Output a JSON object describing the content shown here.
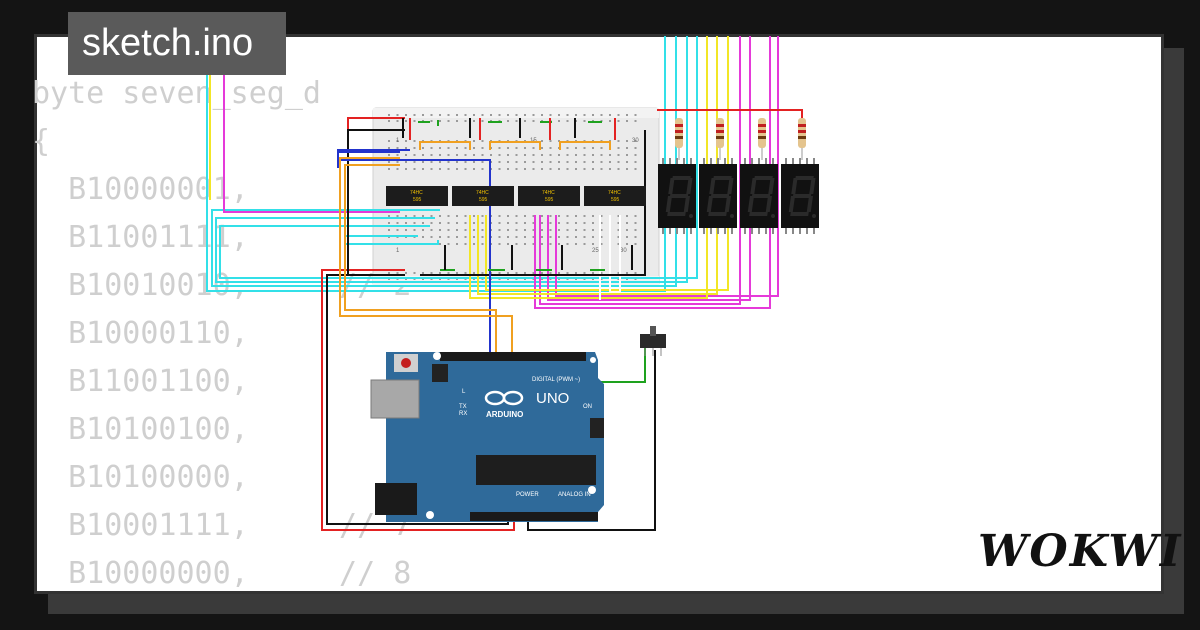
{
  "sketch": {
    "filename": "sketch.ino"
  },
  "code_lines": [
    "byte seven_seg_d",
    "{",
    "  B10000001,",
    "  B11001111,",
    "  B10010010,     // 2",
    "  B10000110,",
    "  B11001100,",
    "  B10100100,",
    "  B10100000,",
    "  B10001111,     // 7",
    "  B10000000,     // 8"
  ],
  "arduino": {
    "brand": "ARDUINO",
    "model": "UNO",
    "on_label": "ON",
    "tx_label": "TX",
    "rx_label": "RX",
    "l_label": "L",
    "digital_label": "DIGITAL (PWM ~)",
    "power_label": "POWER",
    "analog_label": "ANALOG IN"
  },
  "chips": [
    {
      "line1": "74HC",
      "line2": "595"
    },
    {
      "line1": "74HC",
      "line2": "595"
    },
    {
      "line1": "74HC",
      "line2": "595"
    },
    {
      "line1": "74HC",
      "line2": "595"
    }
  ],
  "displays": [
    {
      "digit": "8"
    },
    {
      "digit": "8"
    },
    {
      "digit": "8"
    },
    {
      "digit": "8"
    }
  ],
  "brand": {
    "logo": "WOKWI"
  },
  "colors": {
    "board": "#2f6a9a",
    "breadboard": "#e8e8e8",
    "wire_cyan": "#33e0e8",
    "wire_magenta": "#e53ad9",
    "wire_yellow": "#f2e626",
    "wire_red": "#e32222",
    "wire_black": "#111111",
    "wire_green": "#1ea21e",
    "wire_blue": "#2233cc",
    "wire_orange": "#f0a020",
    "display_bg": "#111111",
    "digit_on": "#2a2a2a"
  }
}
